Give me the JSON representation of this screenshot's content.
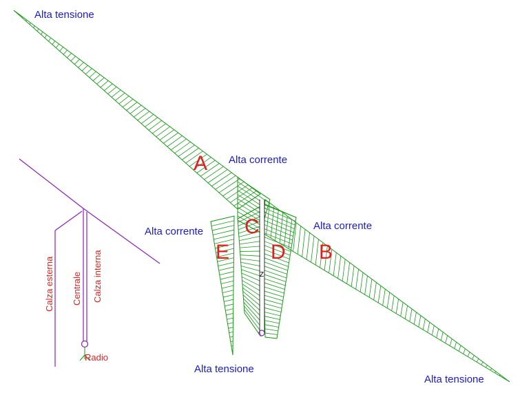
{
  "labels": {
    "alta_tensione_top": "Alta tensione",
    "alta_tensione_bottom_center": "Alta tensione",
    "alta_tensione_bottom_right": "Alta tensione",
    "alta_corrente_top": "Alta corrente",
    "alta_corrente_left": "Alta corrente",
    "alta_corrente_right": "Alta corrente",
    "section_a": "A",
    "section_b": "B",
    "section_c": "C",
    "section_d": "D",
    "section_e": "E",
    "calza_esterna": "Calza esterna",
    "centrale": "Centrale",
    "calza_interna": "Calza interna",
    "radio": "Radio",
    "feed_marker": "Z"
  },
  "colors": {
    "label_blue": "#1a1ad0",
    "label_red": "#e02020",
    "hatch_green": "#1a9a1a",
    "wire_purple": "#8a1fb8"
  }
}
